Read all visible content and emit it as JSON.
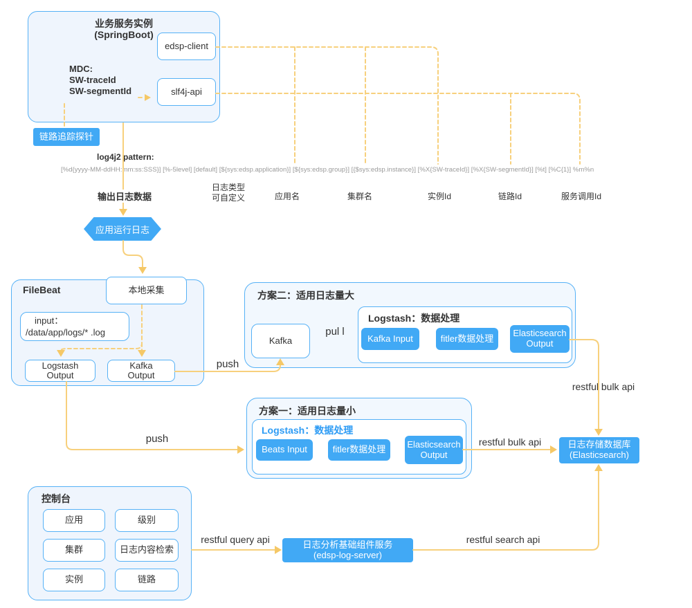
{
  "springboot": {
    "title_line1": "业务服务实例",
    "title_line2": "(SpringBoot)",
    "mdc_line1": "MDC:",
    "mdc_line2": "SW-traceId",
    "mdc_line3": "SW-segmentId",
    "edsp_client": "edsp-client",
    "slf4j_api": "slf4j-api",
    "probe_label": "链路追踪探针"
  },
  "log_pattern": {
    "title": "log4j2 pattern:",
    "pattern": "[%d{yyyy-MM-ddHH:mm:ss:SSS}] [%-5level] [default] [${sys:edsp.application}] [${sys:edsp.group}] [{$sys:edsp.instance}] [%X{SW-traceId}] [%X{SW-segmentId}] [%t] [%C{1}] %m%n"
  },
  "annotations": {
    "output_log": "输出日志数据",
    "log_type_line1": "日志类型",
    "log_type_line2": "可自定义",
    "app_name": "应用名",
    "cluster_name": "集群名",
    "instance_id": "实例Id",
    "trace_id": "链路Id",
    "service_call_id": "服务调用Id"
  },
  "hexagon": {
    "label": "应用运行日志"
  },
  "filebeat": {
    "title": "FileBeat",
    "local_collect": "本地采集",
    "input_line1": "input：",
    "input_line2": "/data/app/logs/* .log",
    "logstash_output_line1": "Logstash",
    "logstash_output_line2": "Output",
    "kafka_output_line1": "Kafka",
    "kafka_output_line2": "Output"
  },
  "plan2": {
    "title": "方案二：适用日志量大",
    "kafka": "Kafka",
    "logstash_title": "Logstash：数据处理",
    "kafka_input": "Kafka Input",
    "filter": "fitler数据处理",
    "es_output_line1": "Elasticsearch",
    "es_output_line2": "Output"
  },
  "plan1": {
    "title": "方案一：适用日志量小",
    "logstash_title": "Logstash：数据处理",
    "beats_input": "Beats Input",
    "filter": "fitler数据处理",
    "es_output_line1": "Elasticsearch",
    "es_output_line2": "Output"
  },
  "console": {
    "title": "控制台",
    "items": [
      "应用",
      "级别",
      "集群",
      "日志内容检索",
      "实例",
      "链路"
    ]
  },
  "log_server": {
    "line1": "日志分析基础组件服务",
    "line2": "(edsp-log-server)"
  },
  "log_store": {
    "line1": "日志存储数据库",
    "line2": "(Elasticsearch)"
  },
  "edge_labels": {
    "push_kafka": "push",
    "pull": "pul l",
    "push_logstash": "push",
    "bulk_api_plan2": "restful bulk api",
    "bulk_api_plan1": "restful bulk api",
    "query_api": "restful query api",
    "search_api": "restful search api"
  },
  "colors": {
    "accent_blue": "#41a9f5",
    "border_blue": "#55b1f6",
    "fill_light": "#eff5fd",
    "line_yellow": "#f7d07c",
    "text_dark": "#333333",
    "text_gray": "#9b9b9b"
  }
}
